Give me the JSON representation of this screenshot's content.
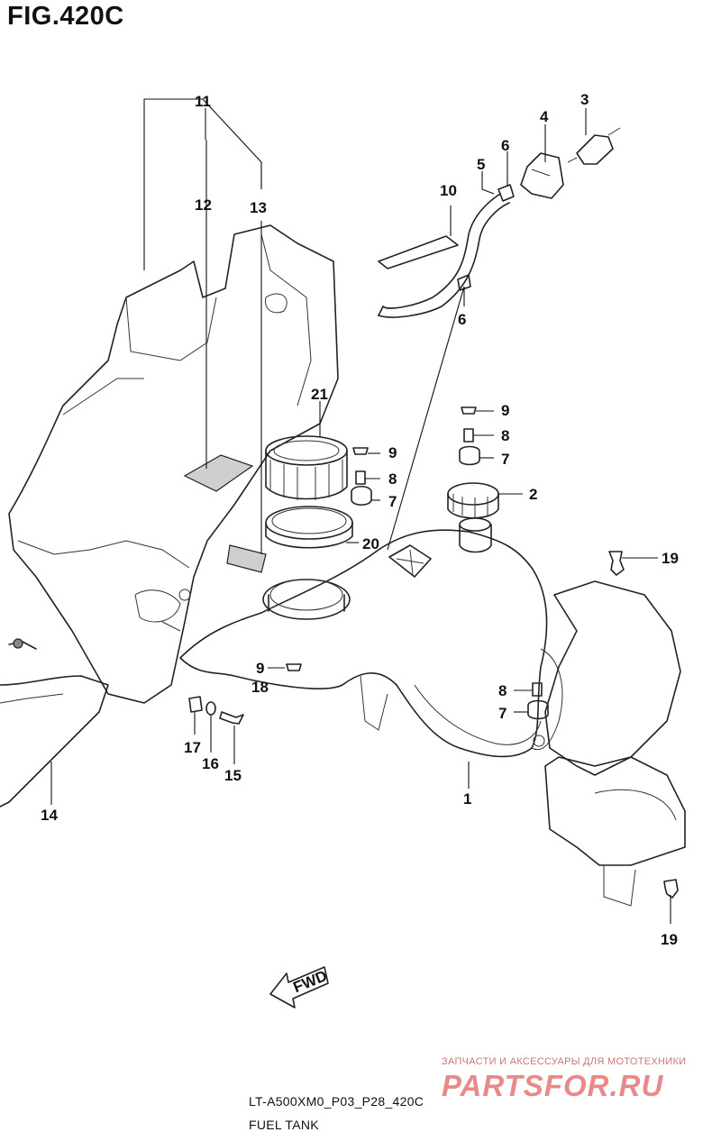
{
  "figure": {
    "title": "FIG.420C",
    "code": "LT-A500XM0_P03_P28_420C",
    "caption": "FUEL TANK",
    "direction_label": "FWD"
  },
  "watermark": {
    "tagline": "ЗАПЧАСТИ И АКСЕССУАРЫ ДЛЯ МОТОТЕХНИКИ",
    "logo": "PARTSFOR.RU",
    "color": "#e88a8a"
  },
  "callouts": [
    "1",
    "2",
    "3",
    "4",
    "5",
    "6",
    "6",
    "7",
    "7",
    "7",
    "8",
    "8",
    "8",
    "9",
    "9",
    "9",
    "10",
    "11",
    "12",
    "13",
    "14",
    "15",
    "16",
    "17",
    "18",
    "19",
    "19",
    "20",
    "21"
  ]
}
